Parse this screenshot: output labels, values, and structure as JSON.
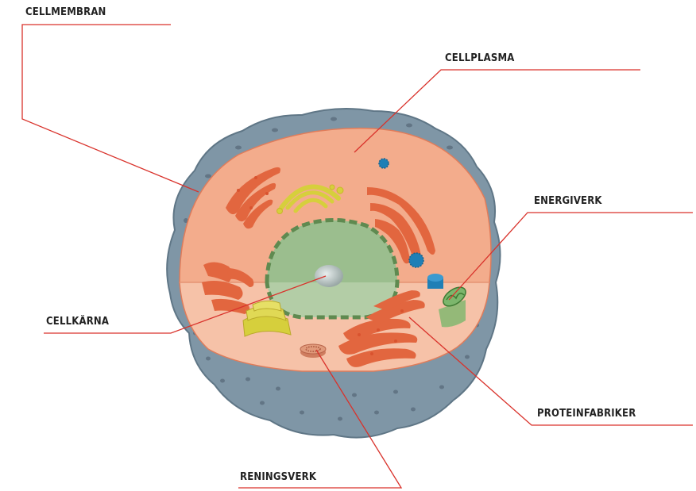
{
  "labels": {
    "cellmembran": "CELLMEMBRAN",
    "cellplasma": "CELLPLASMA",
    "energiverk": "ENERGIVERK",
    "cellkarna": "CELLKÄRNA",
    "proteinfabriker": "PROTEINFABRIKER",
    "reningsverk": "RENINGSVERK"
  },
  "colors": {
    "leader_line": "#d9322b",
    "membrane": "#7f96a6",
    "cytoplasm": "#f3ac8c",
    "nucleus": "#9bbe8e",
    "er": "#e2663f",
    "golgi": "#d6cf3c",
    "ribosome": "#1f7fb6",
    "mitochondrion": "#7cb66c"
  }
}
